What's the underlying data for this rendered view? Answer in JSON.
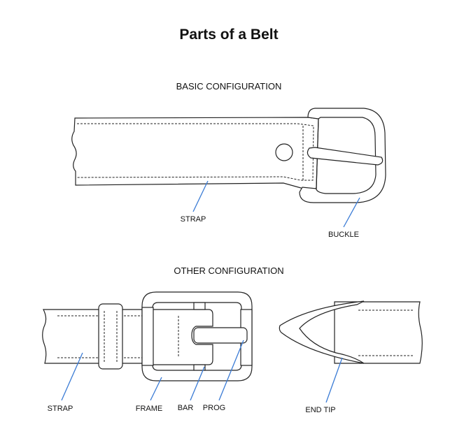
{
  "title": "Parts of a Belt",
  "basic": {
    "heading": "BASIC CONFIGURATION",
    "labels": {
      "strap": "STRAP",
      "buckle": "BUCKLE"
    }
  },
  "other": {
    "heading": "OTHER CONFIGURATION",
    "labels": {
      "strap": "STRAP",
      "frame": "FRAME",
      "bar": "BAR",
      "prog": "PROG",
      "end_tip": "END TIP"
    }
  },
  "colors": {
    "leader_line": "#3a7bd5",
    "outline": "#222222"
  }
}
